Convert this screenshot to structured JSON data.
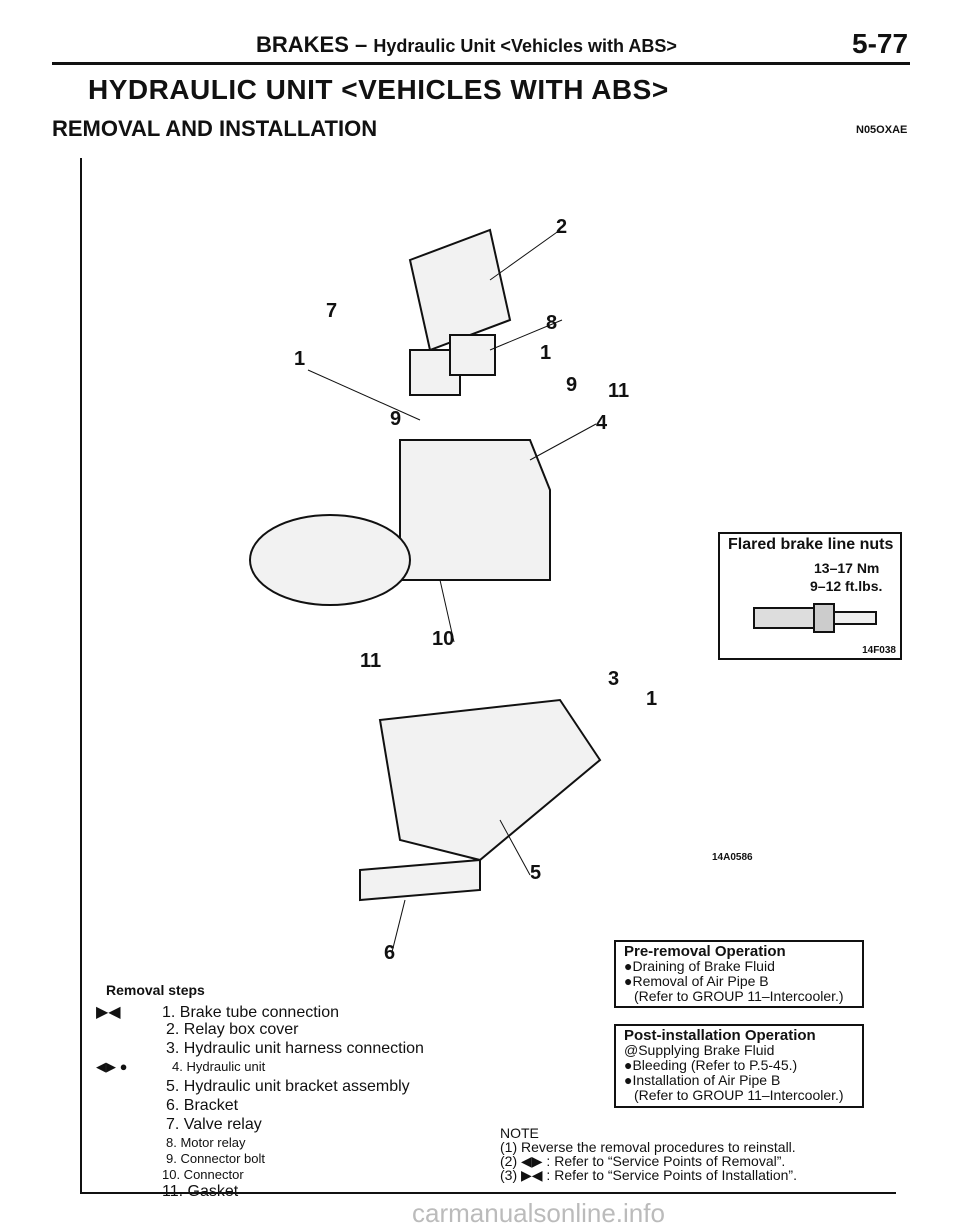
{
  "header": {
    "section": "BRAKES",
    "dash": "–",
    "subtitle": "Hydraulic Unit <Vehicles with ABS>",
    "page_number": "5-77"
  },
  "title": "HYDRAULIC UNIT <VEHICLES WITH ABS>",
  "section_title": "REMOVAL AND INSTALLATION",
  "doc_code": "N05OXAE",
  "diagram": {
    "callouts": [
      "2",
      "7",
      "8",
      "1",
      "1",
      "9",
      "11",
      "9",
      "4",
      "10",
      "11",
      "3",
      "1",
      "5",
      "6"
    ],
    "code": "14A0586"
  },
  "torque_box": {
    "title": "Flared brake line nuts",
    "value_nm": "13–17 Nm",
    "value_ftlbs": "9–12 ft.lbs.",
    "code": "14F038"
  },
  "removal": {
    "heading": "Removal steps",
    "steps": [
      {
        "marker": "▶◀",
        "text": "1. Brake tube connection"
      },
      {
        "marker": "",
        "text": "2. Relay box cover"
      },
      {
        "marker": "",
        "text": "3. Hydraulic unit harness connection"
      },
      {
        "marker": "◀▶  ●",
        "text": "4. Hydraulic unit"
      },
      {
        "marker": "",
        "text": "5. Hydraulic unit bracket assembly"
      },
      {
        "marker": "",
        "text": "6. Bracket"
      },
      {
        "marker": "",
        "text": "7. Valve relay"
      },
      {
        "marker": "",
        "text": "8. Motor relay"
      },
      {
        "marker": "",
        "text": "9. Connector bolt"
      },
      {
        "marker": "",
        "text": "10. Connector"
      },
      {
        "marker": "",
        "text": "11. Gasket"
      }
    ]
  },
  "pre_removal": {
    "title": "Pre-removal Operation",
    "lines": [
      "●Draining of Brake Fluid",
      "●Removal of Air Pipe B",
      "(Refer to GROUP 11–Intercooler.)"
    ]
  },
  "post_installation": {
    "title": "Post-installation Operation",
    "lines": [
      "@Supplying Brake Fluid",
      "●Bleeding (Refer to P.5-45.)",
      "●Installation of Air Pipe B",
      "(Refer to GROUP 11–Intercooler.)"
    ]
  },
  "note": {
    "title": "NOTE",
    "lines": [
      "(1) Reverse the removal procedures to reinstall.",
      "(2) ◀▶ : Refer to “Service Points of Removal”.",
      "(3) ▶◀ : Refer to “Service Points of Installation”."
    ]
  },
  "watermark": "carmanualsonline.info"
}
